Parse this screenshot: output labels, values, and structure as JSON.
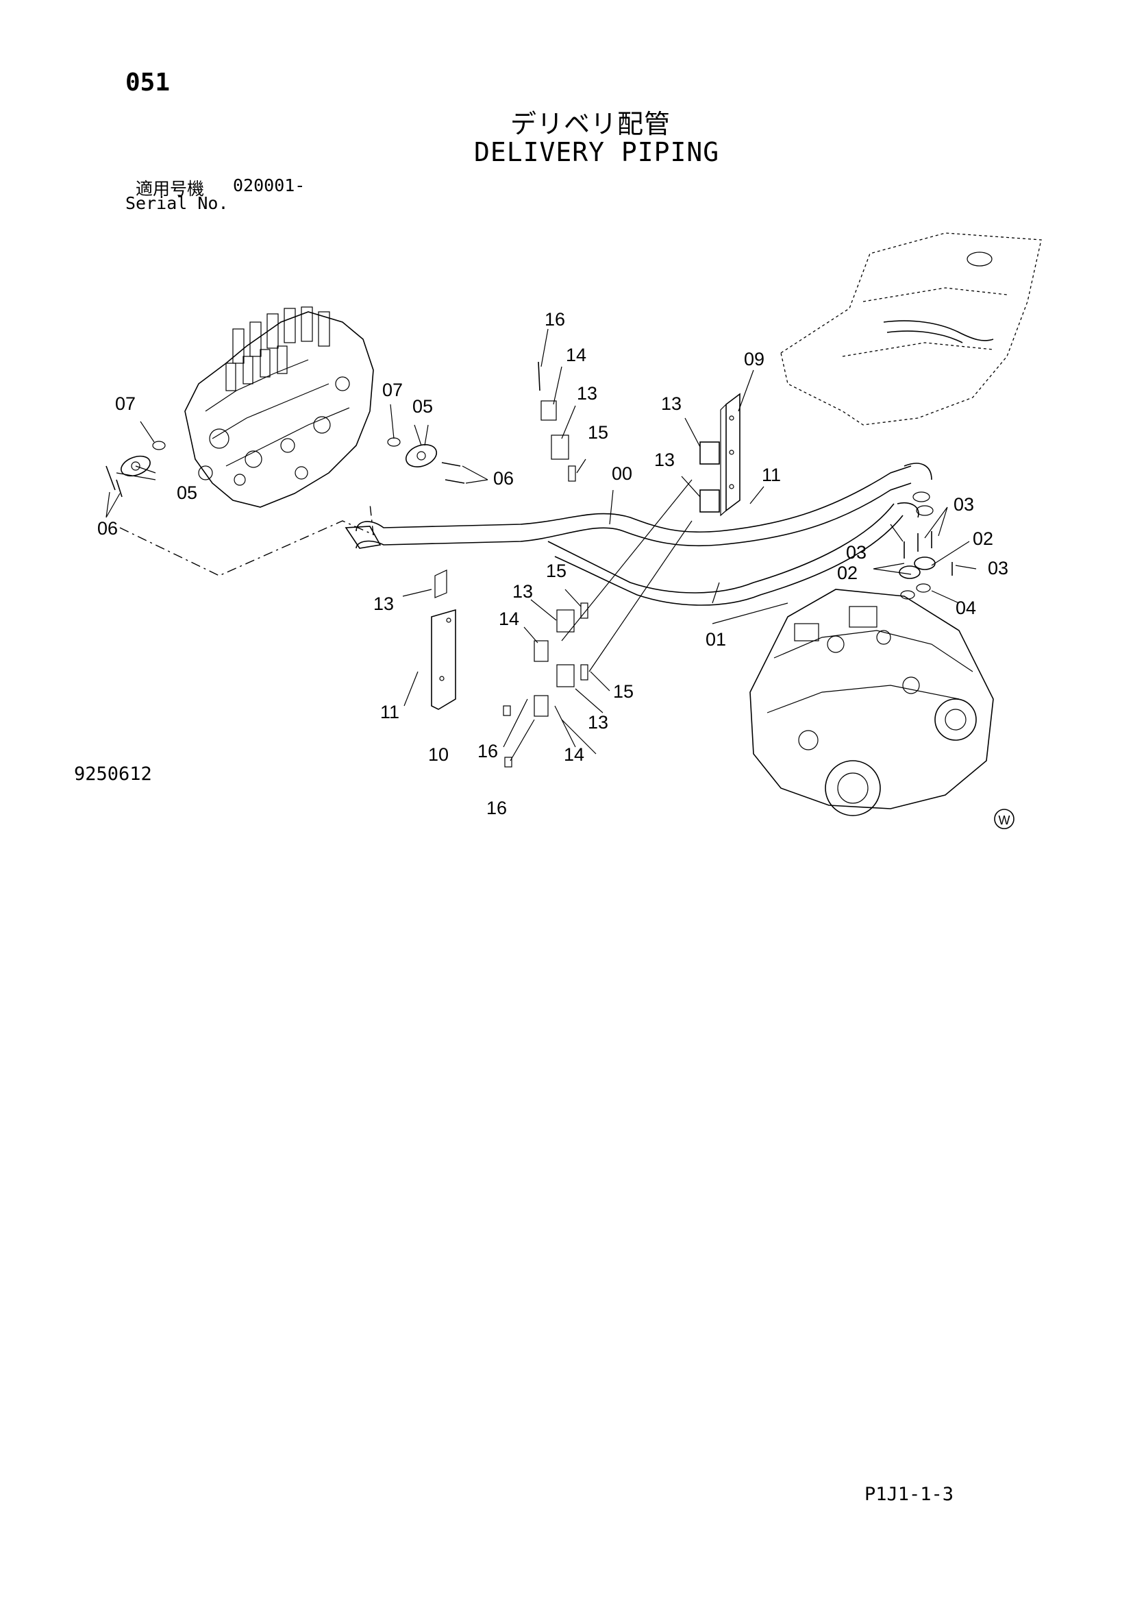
{
  "header": {
    "page_number": "051",
    "title_ja": "デリベリ配管",
    "title_en": "DELIVERY PIPING",
    "serial_label_ja": "適用号機",
    "serial_value": "020001-",
    "serial_label_en": "Serial No."
  },
  "footer": {
    "figure_number": "9250612",
    "page_code": "P1J1-1-3",
    "mark": "W"
  },
  "callouts": {
    "c16a": "16",
    "c14a": "14",
    "c13a": "13",
    "c15a": "15",
    "c09": "09",
    "c13b": "13",
    "c13c": "13",
    "c11a": "11",
    "c07a": "07",
    "c05a": "05",
    "c06a": "06",
    "c00": "00",
    "c07b": "07",
    "c05b": "05",
    "c06b": "06",
    "c03a": "03",
    "c02a": "02",
    "c03b": "03",
    "c03c": "03",
    "c02b": "02",
    "c04": "04",
    "c13d": "13",
    "c15b": "15",
    "c13e": "13",
    "c14b": "14",
    "c11b": "11",
    "c15c": "15",
    "c13f": "13",
    "c01": "01",
    "c10": "10",
    "c16b": "16",
    "c14c": "14",
    "c16c": "16"
  }
}
